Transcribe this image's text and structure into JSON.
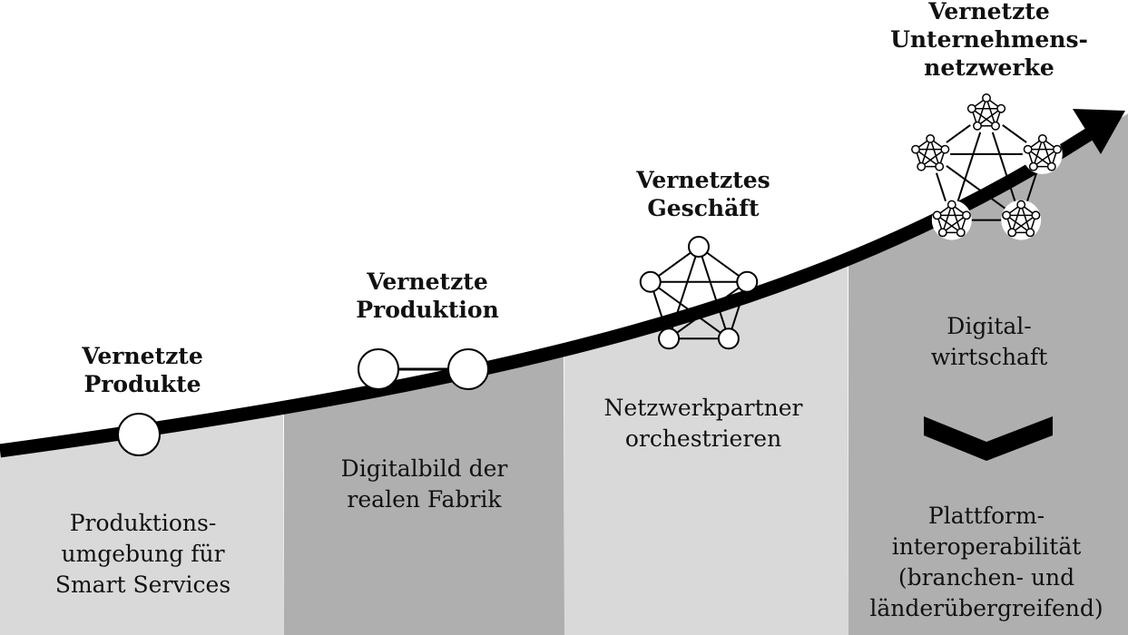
{
  "colors": {
    "light_band": "#d9d9d9",
    "dark_band": "#afafaf",
    "curve": "#000000",
    "node_fill": "#ffffff",
    "node_stroke": "#000000",
    "text": "#111111"
  },
  "stages": [
    {
      "title": [
        "Vernetzte",
        "Produkte"
      ],
      "description": [
        "Produktions-",
        "umgebung für",
        "Smart Services"
      ],
      "icon": "single-node-icon"
    },
    {
      "title": [
        "Vernetzte",
        "Produktion"
      ],
      "description": [
        "Digitalbild der",
        "realen Fabrik"
      ],
      "icon": "two-node-link-icon"
    },
    {
      "title": [
        "Vernetztes",
        "Geschäft"
      ],
      "description": [
        "Netzwerkpartner",
        "orchestrieren"
      ],
      "icon": "pentagon-network-icon"
    },
    {
      "title": [
        "Vernetzte",
        "Unternehmens-",
        "netzwerke"
      ],
      "description_top": [
        "Digital-",
        "wirtschaft"
      ],
      "description_bottom": [
        "Plattform-",
        "interoperabilität",
        "(branchen- und",
        "länderübergreifend)"
      ],
      "icon": "network-of-networks-icon",
      "separator_icon": "chevron-down-icon"
    }
  ]
}
